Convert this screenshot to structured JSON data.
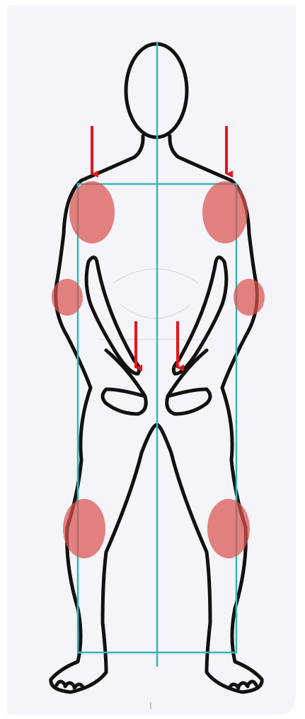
{
  "figure": {
    "subject": "front-view-human-outline",
    "colors": {
      "background": "#f4f4f9",
      "outline": "#111111",
      "guide_lines": "#3ab3b7",
      "markers": "#d9534f",
      "arrows": "#e3151a"
    },
    "markers": [
      {
        "name": "left-shoulder-marker"
      },
      {
        "name": "right-shoulder-marker"
      },
      {
        "name": "left-elbow-marker"
      },
      {
        "name": "right-elbow-marker"
      },
      {
        "name": "left-knee-marker"
      },
      {
        "name": "right-knee-marker"
      }
    ],
    "arrows": [
      {
        "name": "left-shoulder-arrow"
      },
      {
        "name": "right-shoulder-arrow"
      },
      {
        "name": "left-hand-arrow"
      },
      {
        "name": "right-hand-arrow"
      }
    ]
  }
}
